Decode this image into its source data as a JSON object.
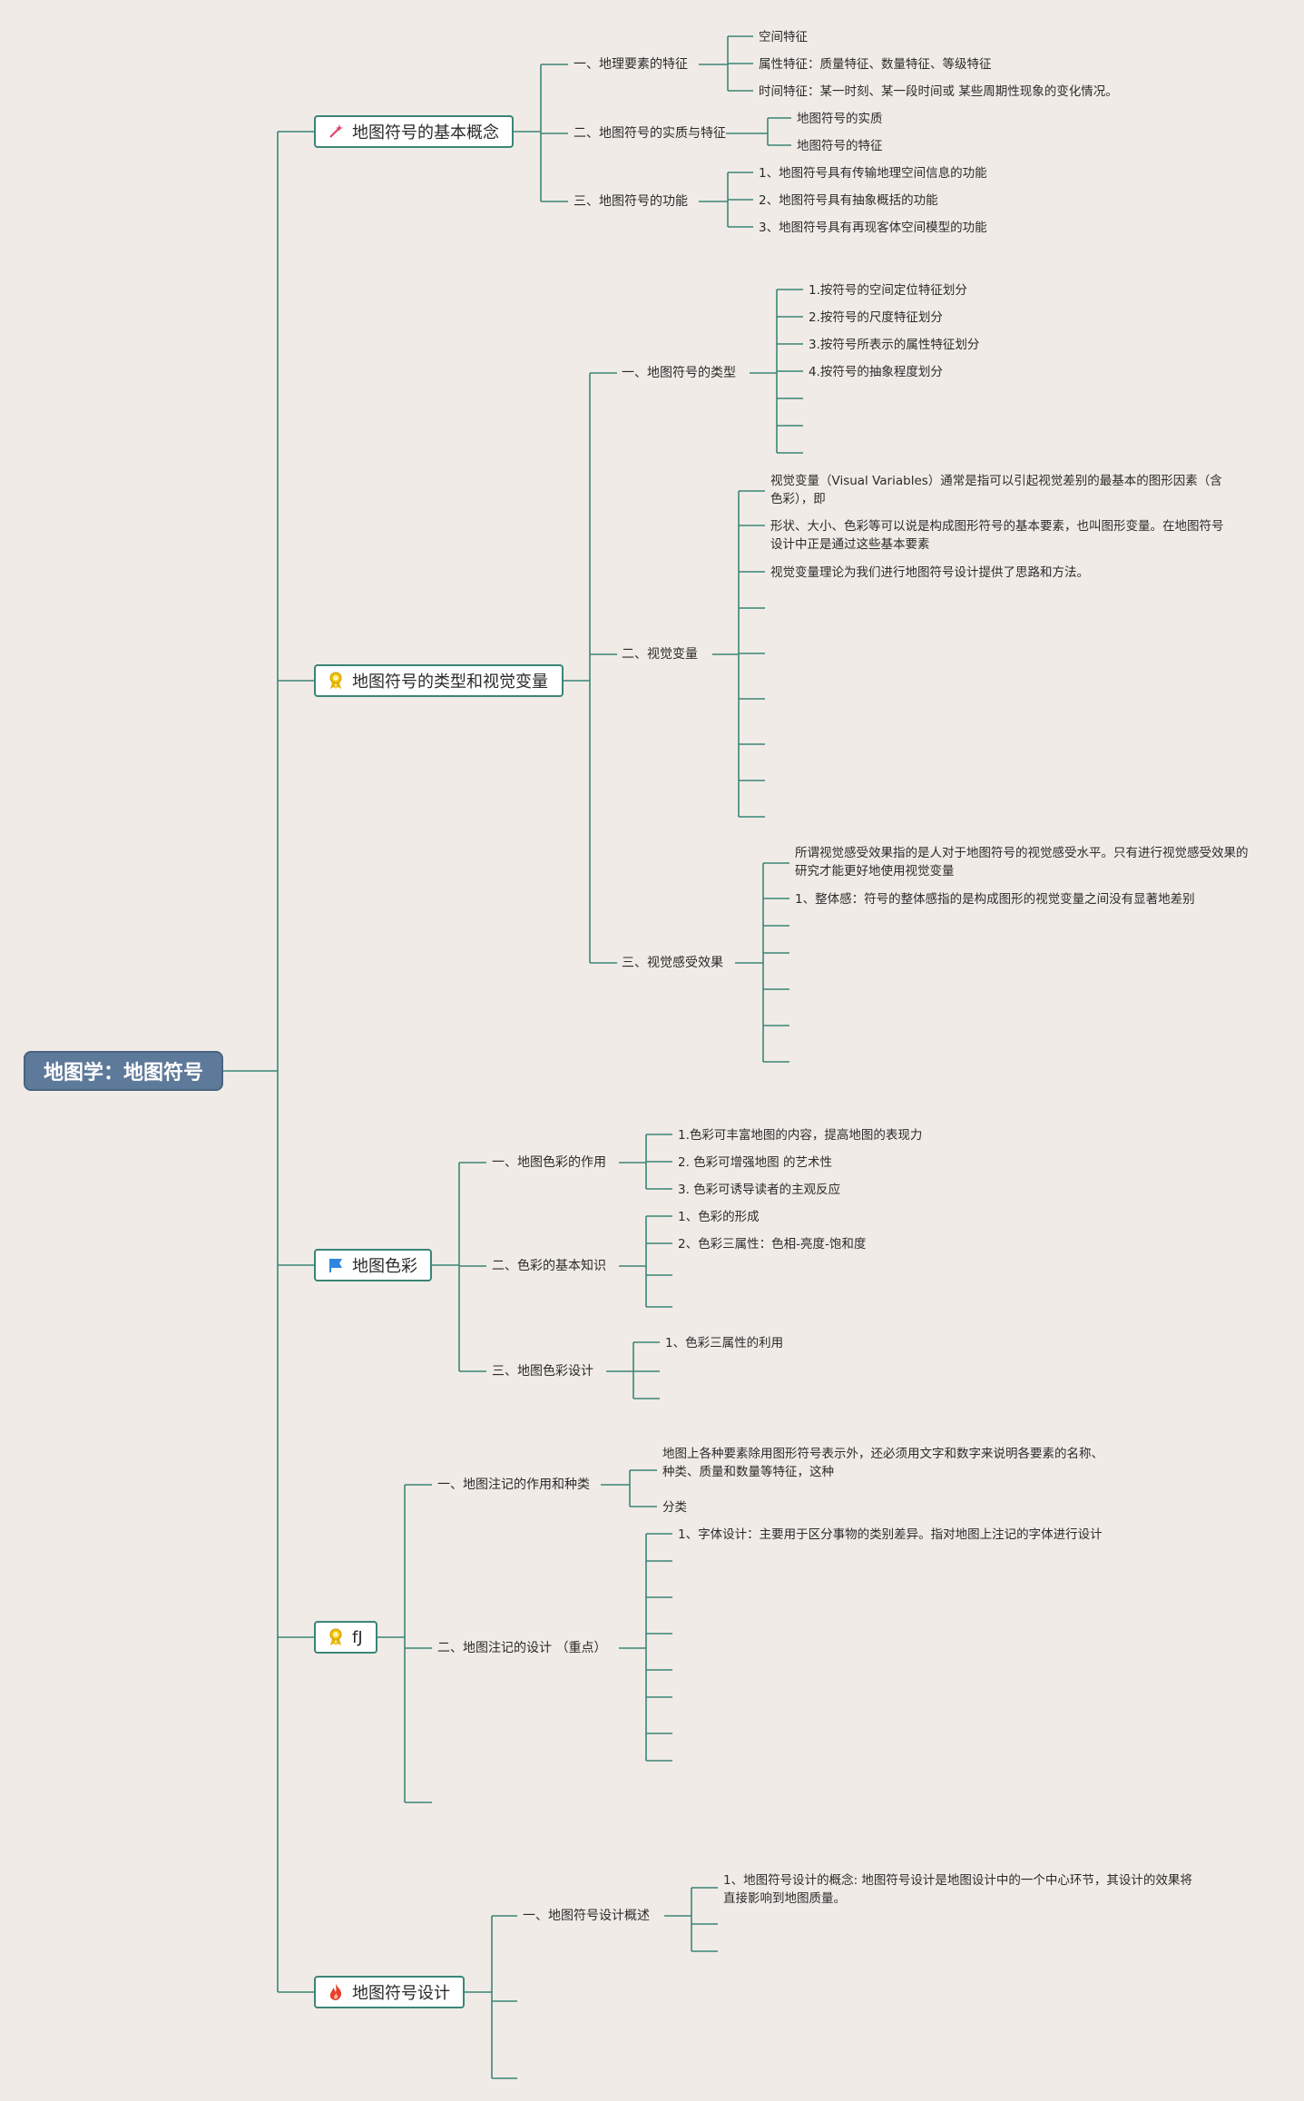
{
  "root": {
    "title": "地图学：地图符号"
  },
  "topics": {
    "t1": {
      "label": "地图符号的基本概念",
      "icon": "magic-wand-icon",
      "subs": {
        "s1": {
          "label": "一、地理要素的特征",
          "leaves": [
            "空间特征",
            "属性特征：质量特征、数量特征、等级特征",
            "时间特征：某一时刻、某一段时间或 某些周期性现象的变化情况。"
          ]
        },
        "s2": {
          "label": "二、地图符号的实质与特征",
          "leaves": [
            "地图符号的实质",
            "地图符号的特征"
          ]
        },
        "s3": {
          "label": "三、地图符号的功能",
          "leaves": [
            "1、地图符号具有传输地理空间信息的功能",
            "2、地图符号具有抽象概括的功能",
            "3、地图符号具有再现客体空间模型的功能"
          ]
        }
      }
    },
    "t2": {
      "label": "地图符号的类型和视觉变量",
      "icon": "medal-icon",
      "subs": {
        "s1": {
          "label": "一、地图符号的类型",
          "leaves": [
            "1.按符号的空间定位特征划分",
            "2.按符号的尺度特征划分",
            "3.按符号所表示的属性特征划分",
            "4.按符号的抽象程度划分"
          ]
        },
        "s2": {
          "label": "二、视觉变量",
          "leaves": [
            "视觉变量（Visual Variables）通常是指可以引起视觉差别的最基本的图形因素（含色彩），即",
            "形状、大小、色彩等可以说是构成图形符号的基本要素，也叫图形变量。在地图符号设计中正是通过这些基本要素",
            "视觉变量理论为我们进行地图符号设计提供了思路和方法。"
          ]
        },
        "s3": {
          "label": "三、视觉感受效果",
          "leaves": [
            "所谓视觉感受效果指的是人对于地图符号的视觉感受水平。只有进行视觉感受效果的研究才能更好地使用视觉变量",
            "1、整体感：符号的整体感指的是构成图形的视觉变量之间没有显著地差别"
          ]
        }
      }
    },
    "t3": {
      "label": "地图色彩",
      "icon": "flag-icon",
      "subs": {
        "s1": {
          "label": "一、地图色彩的作用",
          "leaves": [
            "1.色彩可丰富地图的内容，提高地图的表现力",
            "2. 色彩可增强地图 的艺术性",
            "3. 色彩可诱导读者的主观反应"
          ]
        },
        "s2": {
          "label": "二、色彩的基本知识",
          "leaves": [
            "1、色彩的形成",
            "2、色彩三属性：色相-亮度-饱和度"
          ]
        },
        "s3": {
          "label": "三、地图色彩设计",
          "leaves": [
            "1、色彩三属性的利用"
          ]
        }
      }
    },
    "t4": {
      "label": "fJ",
      "icon": "medal-icon",
      "subs": {
        "s1": {
          "label": "一、地图注记的作用和种类",
          "leaves": [
            "地图上各种要素除用图形符号表示外，还必须用文字和数字来说明各要素的名称、种类、质量和数量等特征，这种",
            "分类"
          ]
        },
        "s2": {
          "label": "二、地图注记的设计 （重点）",
          "leaves": [
            "1、字体设计：主要用于区分事物的类别差异。指对地图上注记的字体进行设计"
          ]
        }
      }
    },
    "t5": {
      "label": "地图符号设计",
      "icon": "fire-icon",
      "subs": {
        "s1": {
          "label": "一、地图符号设计概述",
          "leaves": [
            "1、地图符号设计的概念: 地图符号设计是地图设计中的一个中心环节，其设计的效果将直接影响到地图质量。"
          ]
        }
      }
    }
  },
  "colors": {
    "line": "#3b8577",
    "root_bg": "#5e7a9a",
    "background": "#f0ebe6"
  }
}
